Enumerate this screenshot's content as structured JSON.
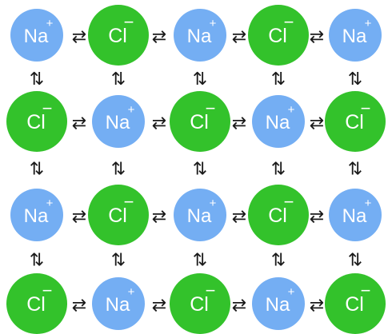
{
  "ions": {
    "sodium": {
      "symbol": "Na",
      "charge": "+",
      "color": "#74aef3"
    },
    "chloride": {
      "symbol": "Cl",
      "charge": "−",
      "color": "#33c22b"
    }
  },
  "lattice": {
    "rows": [
      [
        "sodium",
        "chloride",
        "sodium",
        "chloride",
        "sodium"
      ],
      [
        "chloride",
        "sodium",
        "chloride",
        "sodium",
        "chloride"
      ],
      [
        "sodium",
        "chloride",
        "sodium",
        "chloride",
        "sodium"
      ],
      [
        "chloride",
        "sodium",
        "chloride",
        "sodium",
        "chloride"
      ]
    ]
  },
  "arrows": {
    "horizontal": "⇄",
    "vertical": "⇅",
    "color": "#1a1a1a"
  },
  "colors": {
    "background": "#ffffff",
    "ion_text": "#ffffff"
  }
}
